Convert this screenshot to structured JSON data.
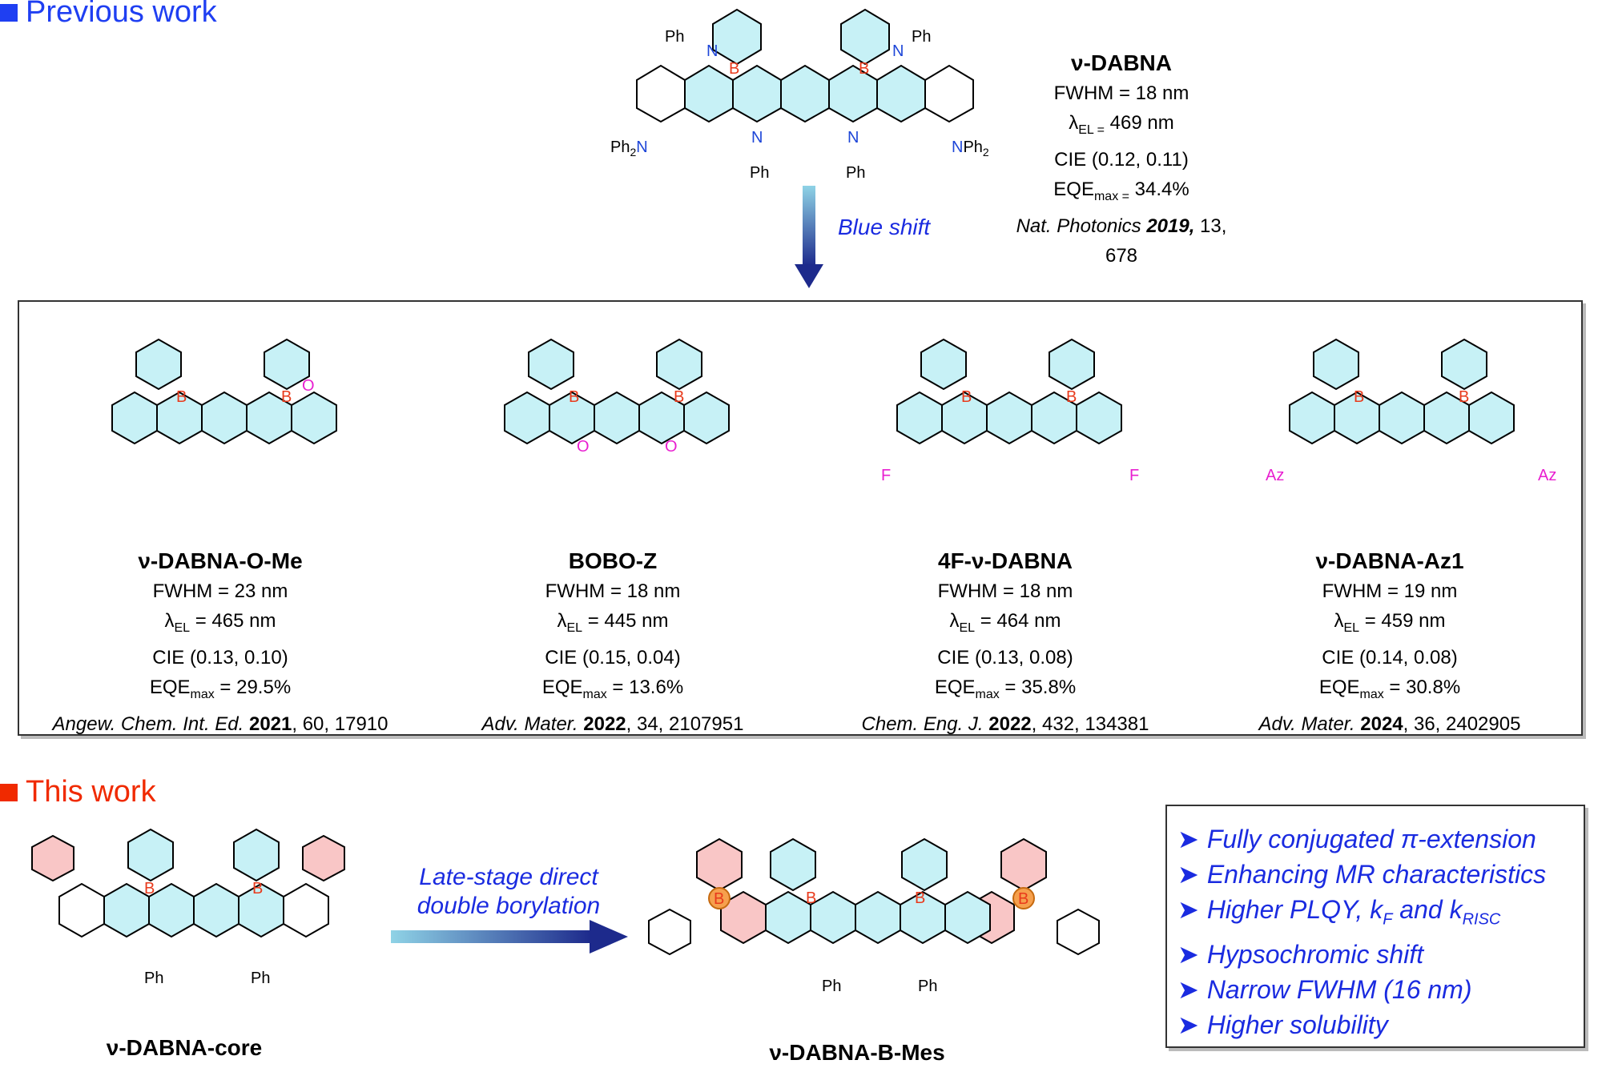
{
  "previous_header": "Previous work",
  "this_header": "This work",
  "colors": {
    "blue_header": "#1f3ff2",
    "red_header": "#f02a00",
    "boron": "#e83a1c",
    "nitrogen": "#1e46d8",
    "oxygen": "#e81fd0",
    "ring_fill": "#c7f1f6",
    "ring_fill_red": "#f9c6c6"
  },
  "labels": {
    "ph": "Ph",
    "nph2": "NPh",
    "ph2n": "Ph",
    "n": "N",
    "b": "B",
    "o": "O",
    "f": "F",
    "az": "Az"
  },
  "vdabna": {
    "name": "ν-DABNA",
    "fwhm": "FWHM = 18 nm",
    "lel_pre": "λ",
    "lel_sub": "EL =",
    "lel_post": " 469 nm",
    "cie": "CIE (0.12, 0.11)",
    "eqe_pre": "EQE",
    "eqe_sub": "max =",
    "eqe_post": " 34.4%",
    "ref_journal": "Nat. Photonics ",
    "ref_year": "2019,",
    "ref_rest": " 13, 678"
  },
  "blue_shift": "Blue shift",
  "compounds": [
    {
      "name": "ν-DABNA-O-Me",
      "fwhm": "FWHM = 23 nm",
      "lel": " = 465 nm",
      "cie": "CIE (0.13, 0.10)",
      "eqe": " = 29.5%",
      "journal": "Angew. Chem. Int. Ed.",
      "year": "2021",
      "rest": ", 60, 17910"
    },
    {
      "name": "BOBO-Z",
      "fwhm": "FWHM = 18 nm",
      "lel": " = 445 nm",
      "cie": "CIE (0.15, 0.04)",
      "eqe": " = 13.6%",
      "journal": "Adv. Mater.",
      "year": "2022",
      "rest": ", 34, 2107951"
    },
    {
      "name": "4F-ν-DABNA",
      "fwhm": "FWHM = 18 nm",
      "lel": " = 464 nm",
      "cie": "CIE (0.13, 0.08)",
      "eqe": " = 35.8%",
      "journal": "Chem. Eng. J.",
      "year": "2022",
      "rest": ", 432, 134381"
    },
    {
      "name": "ν-DABNA-Az1",
      "fwhm": "FWHM = 19 nm",
      "lel": " = 459 nm",
      "cie": "CIE (0.14, 0.08)",
      "eqe": " = 30.8%",
      "journal": "Adv. Mater.",
      "year": "2024",
      "rest": ", 36, 2402905"
    }
  ],
  "sub": {
    "el": "EL",
    "max": "max"
  },
  "core_name": "ν-DABNA-core",
  "product_name": "ν-DABNA-B-Mes",
  "arrow_text_1": "Late-stage direct",
  "arrow_text_2": "double borylation",
  "bullets": [
    "Fully conjugated π-extension",
    "Enhancing MR characteristics",
    "Higher PLQY, k",
    "Hypsochromic shift",
    "Narrow FWHM (16 nm)",
    "Higher solubility"
  ],
  "bullet3_parts": {
    "f": "F",
    "and": " and k",
    "risc": "RISC"
  }
}
